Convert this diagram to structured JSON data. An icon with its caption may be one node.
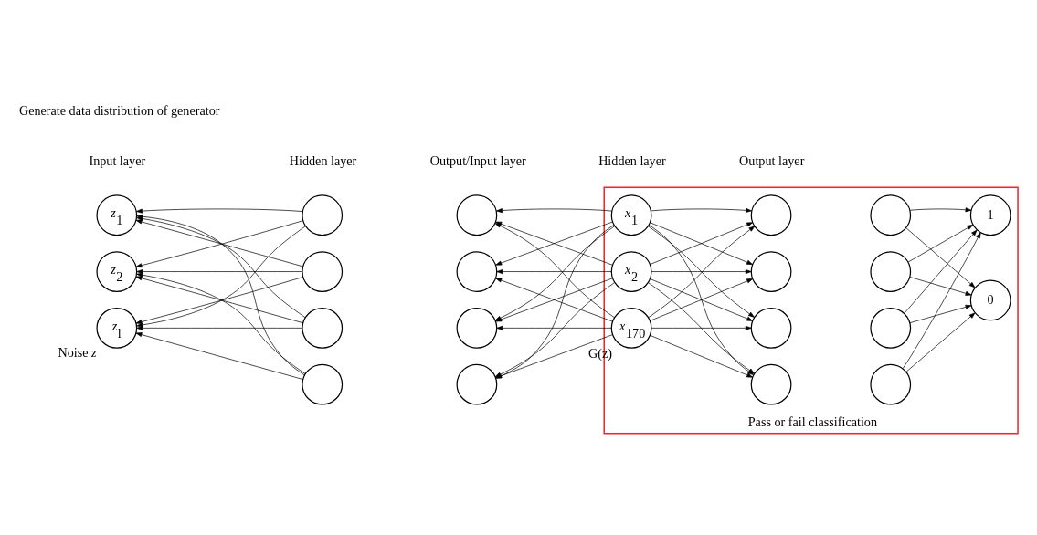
{
  "diagram": {
    "nodes": [
      {
        "text": [
          "*z*$_{1}$"
        ]
      },
      {
        "text": [
          "*z*$_{2}$"
        ]
      },
      {
        "text": [
          "*z*$_{l}$"
        ],
        "beside": [
          "Noise *z*"
        ]
      },
      {
        "text": [],
        "shape": "circle"
      },
      {
        "text": [],
        "shape": "circle"
      },
      {
        "text": [],
        "shape": "circle"
      },
      {
        "text": [],
        "shape": "circle"
      },
      {
        "text": [],
        "shape": "circle"
      },
      {
        "text": [],
        "shape": "circle"
      },
      {
        "text": [],
        "shape": "circle"
      },
      {
        "text": [],
        "shape": "circle"
      },
      {
        "text": [],
        "shape": "box",
        "beside": [
          "Pass or fail classification"
        ]
      },
      {
        "text": [
          "*x*$_{1}$"
        ],
        "in": 11
      },
      {
        "text": [
          "*x*$_{2}$"
        ],
        "in": 11
      },
      {
        "text": [
          "*x*$_{170}$"
        ],
        "in": 11,
        "beside": [
          "G(z)"
        ]
      },
      {
        "text": [],
        "shape": "circle",
        "in": 11
      },
      {
        "text": [],
        "shape": "circle",
        "in": 11
      },
      {
        "text": [],
        "shape": "circle",
        "in": 11
      },
      {
        "text": [],
        "shape": "circle",
        "in": 11
      },
      {
        "text": [],
        "shape": "circle",
        "in": 11
      },
      {
        "text": [],
        "shape": "circle",
        "in": 11
      },
      {
        "text": [],
        "shape": "circle",
        "in": 11
      },
      {
        "text": [],
        "shape": "circle",
        "in": 11
      },
      {
        "text": [
          "1"
        ],
        "in": 11
      },
      {
        "text": [
          "0"
        ],
        "in": 11
      }
    ],
    "edges": [
      {
        "from": 3,
        "to": 0,
        "arrow": "to"
      },
      {
        "from": 3,
        "to": 1,
        "arrow": "to"
      },
      {
        "from": 3,
        "to": 2,
        "arrow": "to"
      },
      {
        "from": 4,
        "to": 0,
        "arrow": "to"
      },
      {
        "from": 4,
        "to": 1,
        "arrow": "to"
      },
      {
        "from": 4,
        "to": 2,
        "arrow": "to"
      },
      {
        "from": 5,
        "to": 0,
        "arrow": "to"
      },
      {
        "from": 5,
        "to": 1,
        "arrow": "to"
      },
      {
        "from": 5,
        "to": 2,
        "arrow": "to"
      },
      {
        "from": 6,
        "to": 0,
        "arrow": "to"
      },
      {
        "from": 6,
        "to": 1,
        "arrow": "to"
      },
      {
        "from": 6,
        "to": 2,
        "arrow": "to"
      },
      {
        "from": 12,
        "to": 7,
        "arrow": "to"
      },
      {
        "from": 12,
        "to": 8,
        "arrow": "to"
      },
      {
        "from": 12,
        "to": 9,
        "arrow": "to"
      },
      {
        "from": 12,
        "to": 10,
        "arrow": "to"
      },
      {
        "from": 13,
        "to": 7,
        "arrow": "to"
      },
      {
        "from": 13,
        "to": 8,
        "arrow": "to"
      },
      {
        "from": 13,
        "to": 9,
        "arrow": "to"
      },
      {
        "from": 13,
        "to": 10,
        "arrow": "to"
      },
      {
        "from": 14,
        "to": 7,
        "arrow": "to"
      },
      {
        "from": 14,
        "to": 8,
        "arrow": "to"
      },
      {
        "from": 14,
        "to": 9,
        "arrow": "to"
      },
      {
        "from": 14,
        "to": 10,
        "arrow": "to"
      },
      {
        "from": 12,
        "to": 15,
        "arrow": "to"
      },
      {
        "from": 12,
        "to": 16,
        "arrow": "to"
      },
      {
        "from": 12,
        "to": 17,
        "arrow": "to"
      },
      {
        "from": 12,
        "to": 18,
        "arrow": "to"
      },
      {
        "from": 13,
        "to": 15,
        "arrow": "to"
      },
      {
        "from": 13,
        "to": 16,
        "arrow": "to"
      },
      {
        "from": 13,
        "to": 17,
        "arrow": "to"
      },
      {
        "from": 13,
        "to": 18,
        "arrow": "to"
      },
      {
        "from": 14,
        "to": 15,
        "arrow": "to"
      },
      {
        "from": 14,
        "to": 16,
        "arrow": "to"
      },
      {
        "from": 14,
        "to": 17,
        "arrow": "to"
      },
      {
        "from": 14,
        "to": 18,
        "arrow": "to"
      },
      {
        "from": 19,
        "to": 23,
        "arrow": "to"
      },
      {
        "from": 19,
        "to": 24,
        "arrow": "to"
      },
      {
        "from": 20,
        "to": 23,
        "arrow": "to"
      },
      {
        "from": 20,
        "to": 24,
        "arrow": "to"
      },
      {
        "from": 21,
        "to": 23,
        "arrow": "to"
      },
      {
        "from": 21,
        "to": 24,
        "arrow": "to"
      },
      {
        "from": 22,
        "to": 23,
        "arrow": "to"
      },
      {
        "from": 22,
        "to": 24,
        "arrow": "to"
      }
    ],
    "labels": [
      "Input layer",
      "Hidden layer",
      "Output/Input layer",
      "Hidden layer",
      "Output layer",
      "Generate data distribution of generator"
    ]
  }
}
